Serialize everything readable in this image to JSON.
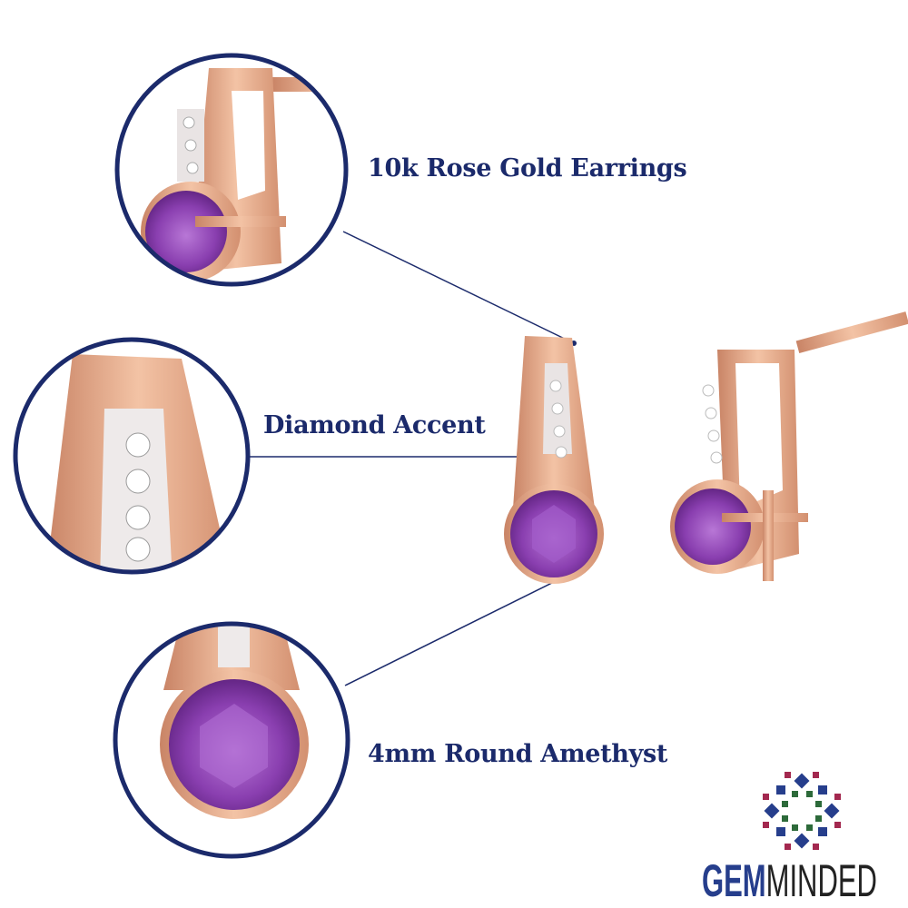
{
  "callouts": [
    {
      "label": "10k Rose Gold Earrings"
    },
    {
      "label": "Diamond Accent"
    },
    {
      "label": "4mm Round Amethyst"
    }
  ],
  "brand": {
    "part1": "GEM",
    "part2": "MINDED"
  },
  "colors": {
    "navy": "#1b2a6b",
    "rose_gold": "#e2a582",
    "amethyst": "#8a3fb0",
    "logo_blue": "#263e8c",
    "logo_green": "#2d6a3a",
    "logo_red": "#a3284f"
  }
}
